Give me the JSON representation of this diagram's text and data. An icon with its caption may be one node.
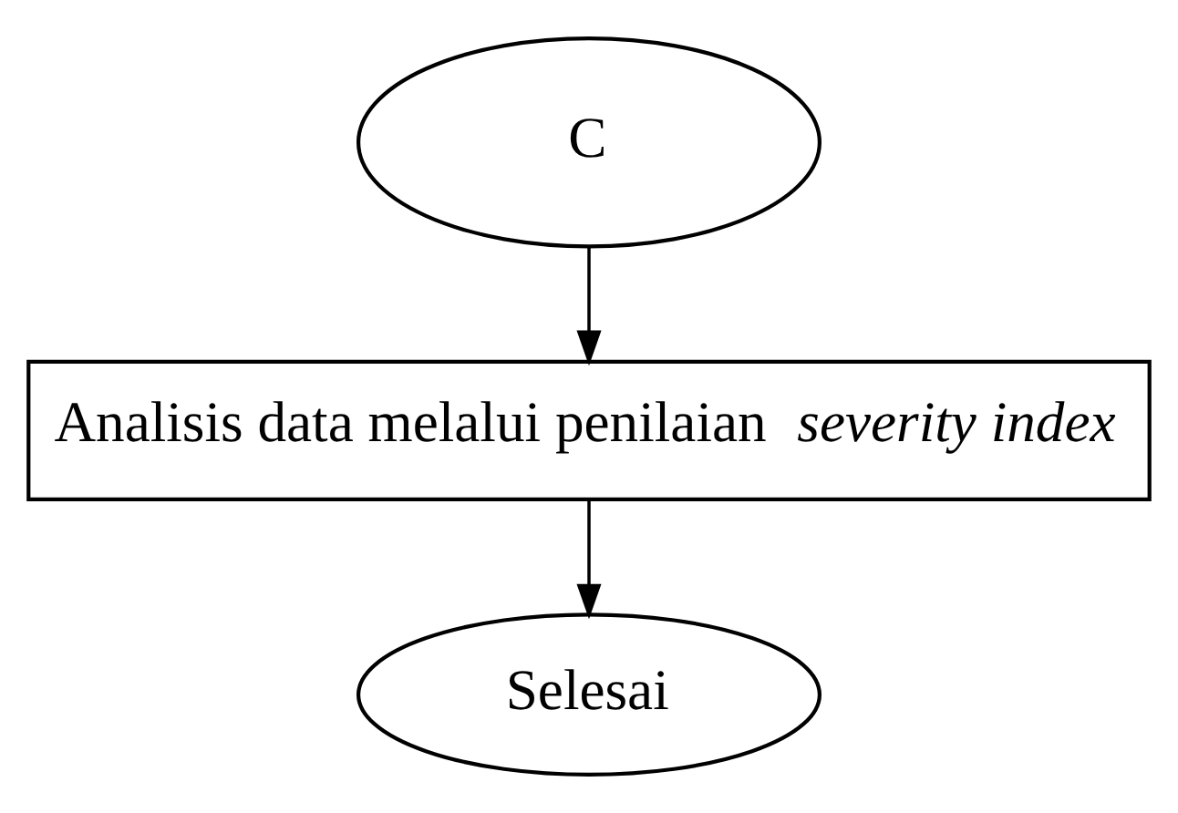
{
  "diagram": {
    "nodes": [
      {
        "text": [
          "C"
        ]
      },
      {
        "text": [
          "Analisis data melalui penilaian *severity index*"
        ]
      },
      {
        "text": [
          "Selesai"
        ]
      }
    ],
    "edges": [
      {
        "from": 0,
        "to": 1,
        "arrow": "to"
      },
      {
        "from": 1,
        "to": 2,
        "arrow": "to"
      }
    ]
  }
}
